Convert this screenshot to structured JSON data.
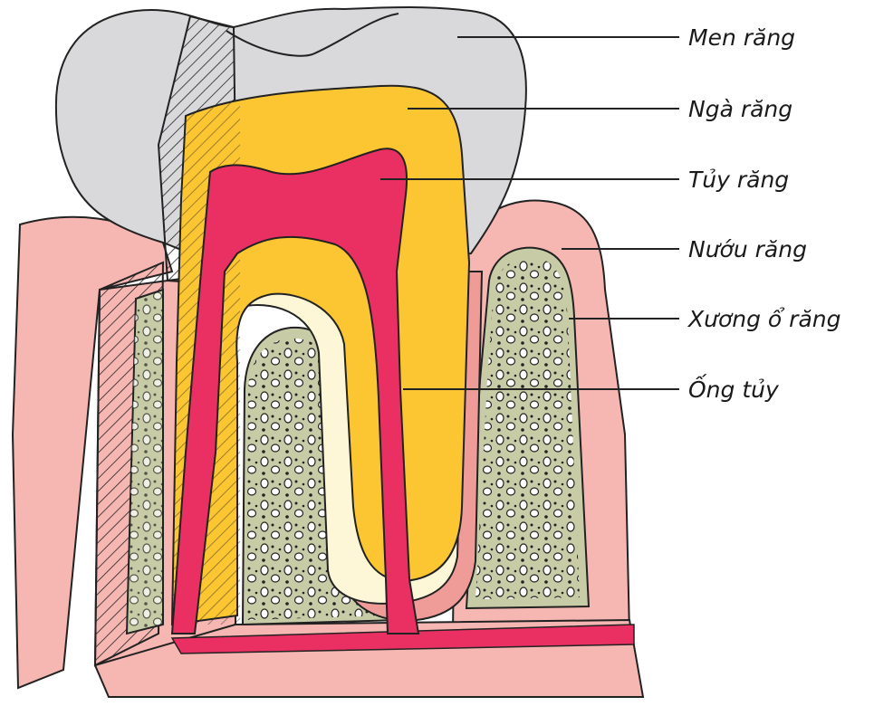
{
  "labels": {
    "enamel": "Men răng",
    "dentin": "Ngà răng",
    "pulp": "Tủy răng",
    "gum": "Nướu răng",
    "alveolar_bone": "Xương ổ răng",
    "root_canal": "Ống tủy"
  },
  "colors": {
    "enamel": "#d9d9db",
    "dentin": "#fbc632",
    "pulp": "#ea2f62",
    "gum": "#f6b6b2",
    "gum_dark": "#ef9c98",
    "bone": "#c8cca6",
    "cementum": "#fdf7d8"
  }
}
